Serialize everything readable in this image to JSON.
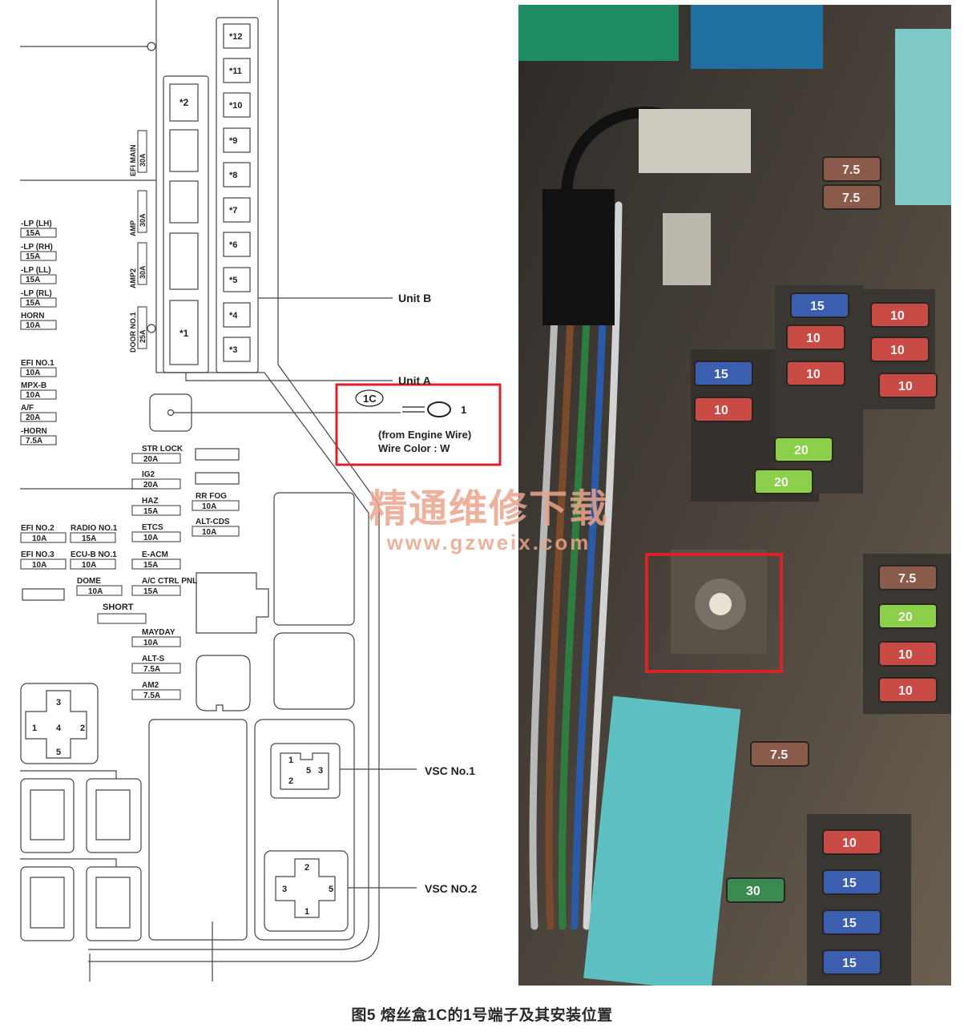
{
  "caption": "图5 熔丝盒1C的1号端子及其安装位置",
  "watermark": {
    "cn": "精通维修下载",
    "url": "www.gzweix.com"
  },
  "units": {
    "b": "Unit B",
    "a": "Unit A"
  },
  "callout": {
    "connector": "1C",
    "pin": "1",
    "source": "(from Engine Wire)",
    "wire": "Wire Color : W",
    "border_color": "#d8232a"
  },
  "relays_b": [
    "*12",
    "*11",
    "*10",
    "*9",
    "*8",
    "*7",
    "*6",
    "*5",
    "*4",
    "*3"
  ],
  "relay_a_label": "*2",
  "relay_a_label2": "*1",
  "vertical_fuses": [
    {
      "name": "EFI MAIN",
      "amp": "30A"
    },
    {
      "name": "AMP",
      "amp": "30A"
    },
    {
      "name": "AMP2",
      "amp": "30A"
    },
    {
      "name": "DOOR NO.1",
      "amp": "25A"
    }
  ],
  "left_fuses": [
    {
      "name": "-LP (LH)",
      "amp": "15A"
    },
    {
      "name": "-LP (RH)",
      "amp": "15A"
    },
    {
      "name": "-LP (LL)",
      "amp": "15A"
    },
    {
      "name": "-LP (RL)",
      "amp": "15A"
    },
    {
      "name": "HORN",
      "amp": "10A"
    },
    {
      "name": "EFI NO.1",
      "amp": "10A"
    },
    {
      "name": "MPX-B",
      "amp": "10A"
    },
    {
      "name": "A/F",
      "amp": "20A"
    },
    {
      "name": "-HORN",
      "amp": "7.5A"
    }
  ],
  "middle_fuses": [
    {
      "name": "STR LOCK",
      "amp": "20A"
    },
    {
      "name": "IG2",
      "amp": "20A"
    },
    {
      "name": "HAZ",
      "amp": "15A"
    },
    {
      "name": "ETCS",
      "amp": "10A"
    },
    {
      "name": "E-ACM",
      "amp": "15A"
    },
    {
      "name": "A/C CTRL PNL",
      "amp": "15A"
    },
    {
      "name": "MAYDAY",
      "amp": "10A"
    },
    {
      "name": "ALT-S",
      "amp": "7.5A"
    },
    {
      "name": "AM2",
      "amp": "7.5A"
    }
  ],
  "right_fuses": [
    {
      "name": "RR FOG",
      "amp": "10A"
    },
    {
      "name": "ALT-CDS",
      "amp": "10A"
    }
  ],
  "row_fuses": [
    {
      "name": "EFI NO.2",
      "amp": "10A"
    },
    {
      "name": "RADIO NO.1",
      "amp": "15A"
    },
    {
      "name": "EFI NO.3",
      "amp": "10A"
    },
    {
      "name": "ECU-B NO.1",
      "amp": "10A"
    },
    {
      "name": "DOME",
      "amp": "10A"
    }
  ],
  "pin_labels": {
    "one": "1",
    "two": "2",
    "three": "3",
    "four": "4",
    "five": "5"
  },
  "short_label": "SHORT",
  "vsc1": "VSC No.1",
  "vsc2": "VSC NO.2",
  "photo_fuses": [
    "7.5",
    "7.5",
    "15",
    "10",
    "10",
    "10",
    "10",
    "15",
    "20",
    "20",
    "10",
    "10",
    "7.5",
    "20",
    "10",
    "10",
    "7.5",
    "30",
    "10",
    "15",
    "15",
    "15"
  ]
}
